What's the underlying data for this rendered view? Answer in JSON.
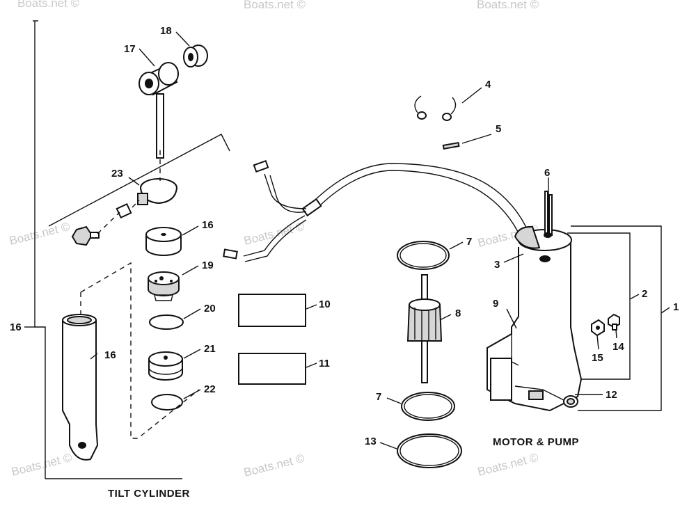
{
  "watermark": "Boats.net ©",
  "captions": {
    "tilt_cylinder": "TILT CYLINDER",
    "motor_pump": "MOTOR & PUMP"
  },
  "callouts": {
    "c1": "1",
    "c2": "2",
    "c3": "3",
    "c4": "4",
    "c5": "5",
    "c6": "6",
    "c7a": "7",
    "c7b": "7",
    "c8": "8",
    "c9": "9",
    "c10": "10",
    "c11": "11",
    "c12": "12",
    "c13": "13",
    "c14": "14",
    "c15": "15",
    "c16a": "16",
    "c16b": "16",
    "c16c": "16",
    "c17": "17",
    "c18": "18",
    "c19": "19",
    "c20": "20",
    "c21": "21",
    "c22": "22",
    "c23": "23"
  }
}
